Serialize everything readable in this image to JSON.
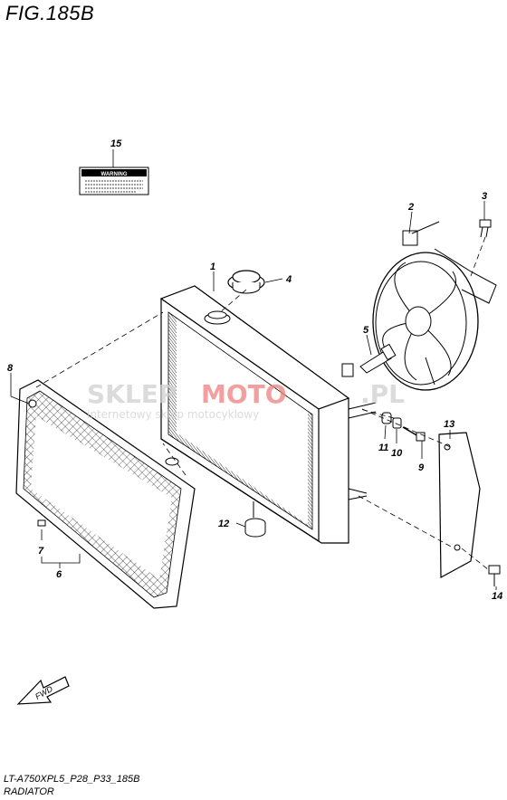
{
  "figure_title": "FIG.185B",
  "model_code": "LT-A750XPL5_P28_P33_185B",
  "section_name": "RADIATOR",
  "fwd_label": "FWD",
  "warning_label_text": "WARNING",
  "watermark": {
    "brand_left": "SKLEP",
    "brand_right": "MOTO",
    "brand_tld": ".PL",
    "tagline": "internetowy sklep motocyklowy",
    "colors": {
      "grey": "#d0d0d0",
      "red": "#f08080"
    }
  },
  "callouts": [
    "1",
    "2",
    "3",
    "4",
    "5",
    "6",
    "7",
    "8",
    "9",
    "10",
    "11",
    "12",
    "13",
    "14",
    "15"
  ]
}
